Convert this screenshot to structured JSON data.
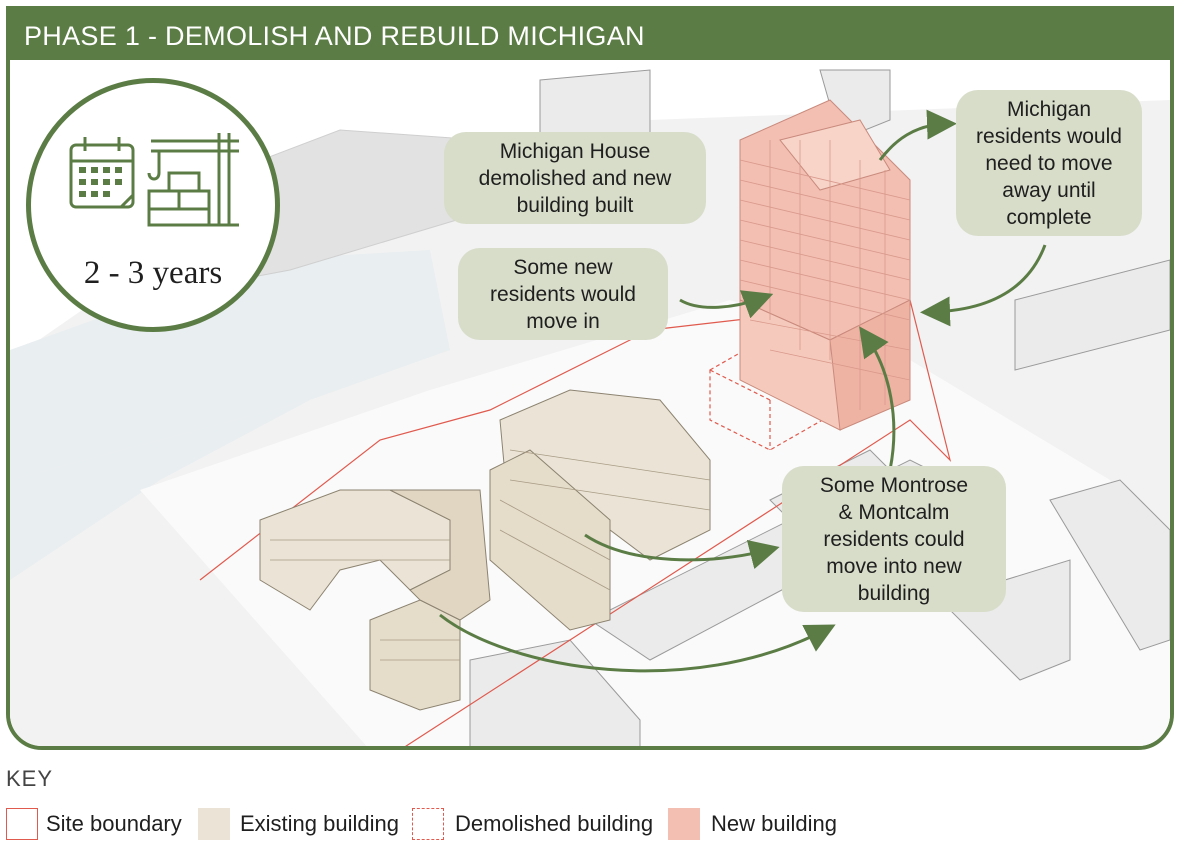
{
  "header": {
    "title": "PHASE 1 - DEMOLISH AND REBUILD MICHIGAN"
  },
  "timeline": {
    "duration": "2 - 3 years",
    "icons": [
      "calendar-icon",
      "crane-icon"
    ]
  },
  "callouts": {
    "michigan_house": [
      "Michigan House",
      "demolished and new",
      "building built"
    ],
    "michigan_residents": [
      "Michigan",
      "residents would",
      "need to move",
      "away until",
      "complete"
    ],
    "new_residents": [
      "Some new",
      "residents would",
      "move in"
    ],
    "montrose_montcalm": [
      "Some Montrose",
      "& Montcalm",
      "residents could",
      "move into new",
      "building"
    ]
  },
  "key": {
    "title": "KEY",
    "items": [
      {
        "label": "Site boundary",
        "style": "site-boundary"
      },
      {
        "label": "Existing building",
        "style": "existing-building"
      },
      {
        "label": "Demolished building",
        "style": "demolished-building"
      },
      {
        "label": "New building",
        "style": "new-building"
      }
    ]
  },
  "colors": {
    "accent_green": "#5b7d45",
    "bubble_fill": "#d7ddc9",
    "site_boundary": "#e05a4e",
    "existing_building": "#ebe4d6",
    "new_building": "#f2bfb2",
    "context_grey": "#e6e6e6",
    "water": "#e9eef0"
  }
}
